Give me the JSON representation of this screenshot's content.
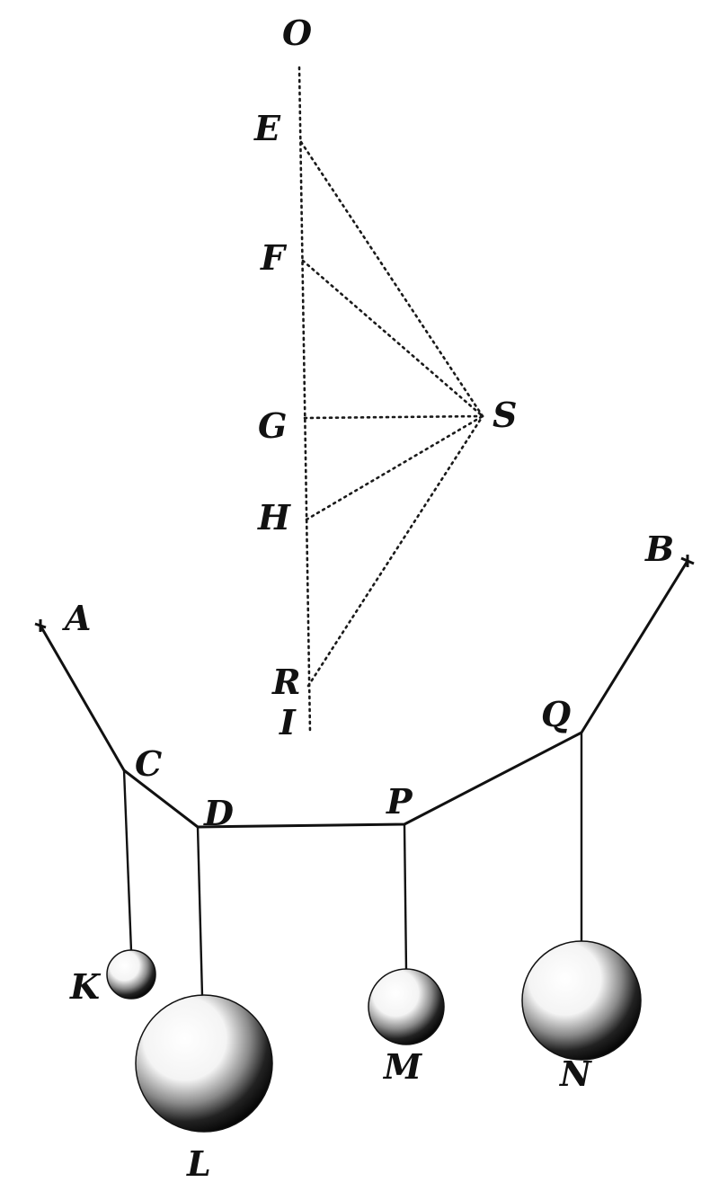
{
  "labels": {
    "O": "O",
    "E": "E",
    "F": "F",
    "G": "G",
    "H": "H",
    "S": "S",
    "R": "R",
    "I": "I",
    "A": "A",
    "B": "B",
    "C": "C",
    "D": "D",
    "P": "P",
    "Q": "Q",
    "K": "K",
    "L": "L",
    "M": "M",
    "N": "N"
  }
}
